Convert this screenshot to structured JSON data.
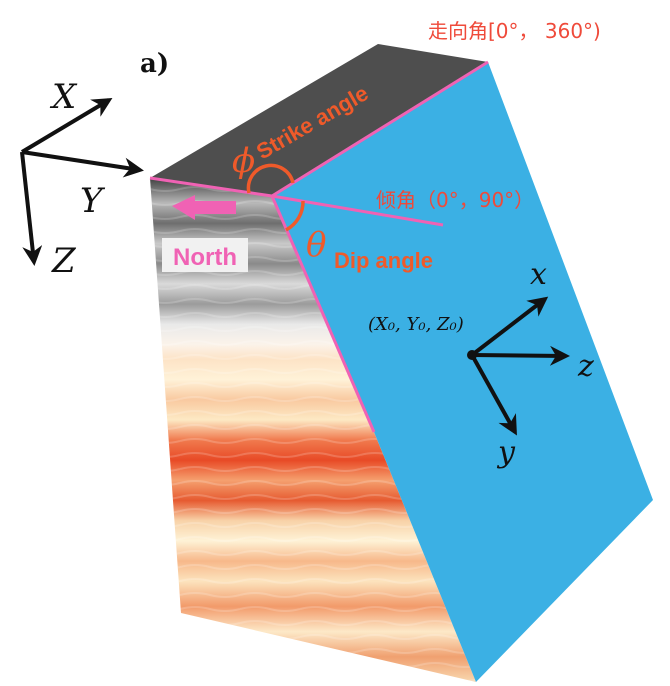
{
  "panel_label": "a)",
  "strike": {
    "symbol": "ϕ",
    "label": "Strike angle",
    "range_label": "走向角[0°， 360°)"
  },
  "dip": {
    "symbol": "θ",
    "label": "Dip angle",
    "range_label": "倾角（0°，90°）"
  },
  "north_label": "North",
  "global_axes": {
    "x": "X",
    "y": "Y",
    "z": "Z"
  },
  "local_axes": {
    "x": "x",
    "y": "y",
    "z": "z"
  },
  "origin_label": "(X₀, Y₀, Z₀)",
  "colors": {
    "fault_plane": "#3bb0e4",
    "top_face": "#4e4e4e",
    "pink_line": "#f062b4",
    "angle_orange": "#ef5a2a",
    "range_text_red": "#ef4a3a",
    "axis_dark": "#111111"
  }
}
